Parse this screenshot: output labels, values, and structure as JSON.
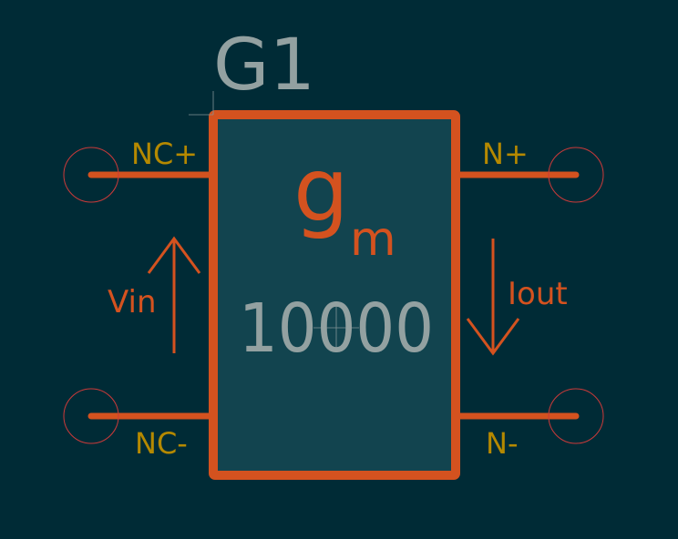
{
  "component": {
    "reference": "G1",
    "symbol_main": "g",
    "symbol_sub": "m",
    "value": "10000"
  },
  "pins": {
    "nc_plus": "NC+",
    "nc_minus": "NC-",
    "n_plus": "N+",
    "n_minus": "N-"
  },
  "annotations": {
    "vin": "Vin",
    "iout": "Iout"
  },
  "colors": {
    "background": "#002b36",
    "body_fill": "#12444f",
    "body_outline": "#d4521f",
    "pin_line": "#d4521f",
    "pin_label": "#b58900",
    "reference_text": "#93a1a1",
    "value_text": "#93a1a1",
    "symbol_text": "#d4521f",
    "arrow": "#d4521f",
    "pin_circle": "#cc3a3a"
  }
}
